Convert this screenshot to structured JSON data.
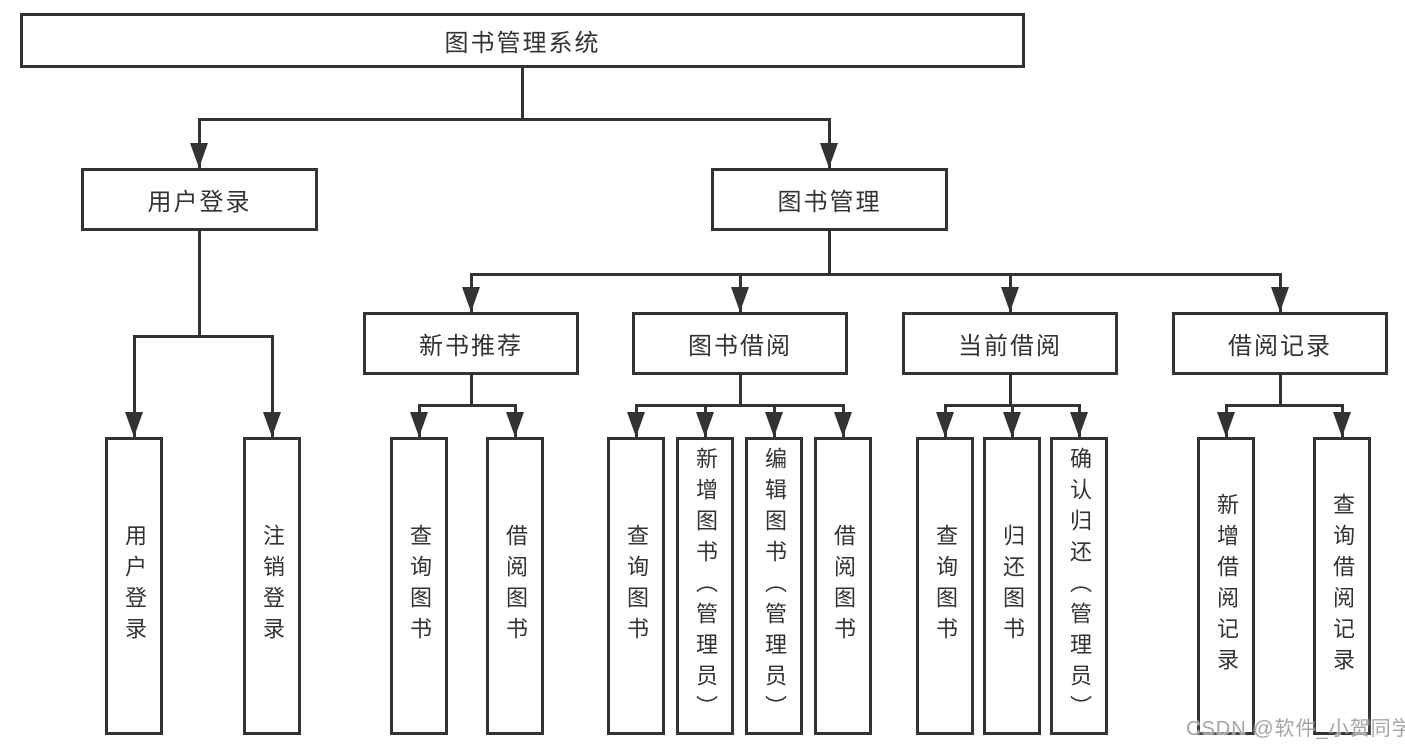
{
  "diagram": {
    "root": "图书管理系统",
    "user_login": {
      "label": "用户登录",
      "children": [
        "用户登录",
        "注销登录"
      ]
    },
    "book_mgmt": {
      "label": "图书管理",
      "new_books": {
        "label": "新书推荐",
        "children": [
          "查询图书",
          "借阅图书"
        ]
      },
      "book_borrow": {
        "label": "图书借阅",
        "children": [
          "查询图书",
          "新增图书（管理员）",
          "编辑图书（管理员）",
          "借阅图书"
        ]
      },
      "current_borrow": {
        "label": "当前借阅",
        "children": [
          "查询图书",
          "归还图书",
          "确认归还（管理员）"
        ]
      },
      "borrow_records": {
        "label": "借阅记录",
        "children": [
          "新增借阅记录",
          "查询借阅记录"
        ]
      }
    }
  },
  "watermark": "CSDN @软件_小贺同学"
}
